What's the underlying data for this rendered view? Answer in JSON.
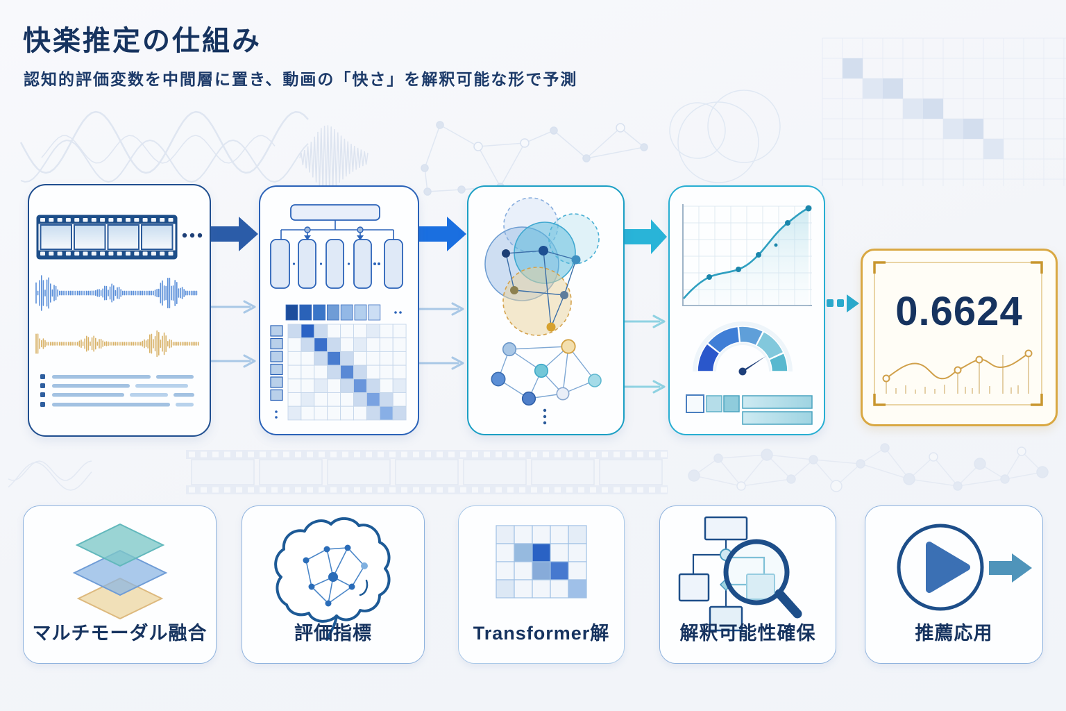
{
  "header": {
    "title": "快楽推定の仕組み",
    "subtitle": "認知的評価変数を中間層に置き、動画の「快さ」を解釈可能な形で予測"
  },
  "pipeline": {
    "stages": [
      {
        "name": "multimodal-input",
        "icons": [
          "film-strip-icon",
          "audio-waveform-blue-icon",
          "audio-waveform-orange-icon",
          "transcript-lines-icon"
        ]
      },
      {
        "name": "feature-encoding",
        "icons": [
          "hierarchy-icon",
          "token-row-icon",
          "attention-matrix-icon"
        ]
      },
      {
        "name": "cognitive-appraisal-layer",
        "icons": [
          "venn-diagram-icon",
          "graph-network-icon"
        ]
      },
      {
        "name": "prediction-analytics",
        "icons": [
          "line-chart-icon",
          "gauge-icon",
          "legend-bars-icon"
        ]
      }
    ],
    "result_value": "0.6624"
  },
  "cards": [
    {
      "label": "マルチモーダル融合",
      "icon": "layers-icon"
    },
    {
      "label": "評価指標",
      "icon": "brain-network-icon"
    },
    {
      "label": "Transformer解",
      "icon": "attention-heatmap-icon"
    },
    {
      "label": "解釈可能性確保",
      "icon": "flowchart-magnifier-icon"
    },
    {
      "label": "推薦応用",
      "icon": "play-arrow-icon"
    }
  ],
  "colors": {
    "title_text": "#16335f",
    "stage1_border": "#1f4e8f",
    "stage2_border": "#2a62b8",
    "stage3_border": "#1b9fc4",
    "stage4_border": "#27aed2",
    "result_border": "#d9a843",
    "result_value": "#16335f",
    "arrow_stage1_2": "#2b5ca8",
    "arrow_stage2_3": "#1a6fe0",
    "arrow_stage3_4": "#29b4d8",
    "arrow_dashed_result": "#2aa9cc",
    "thin_arrow_blue": "#a9c8e6",
    "thin_arrow_cyan": "#8fd2e2",
    "gold_accent": "#d9a843",
    "orange_waveform": "#d9b36a"
  }
}
